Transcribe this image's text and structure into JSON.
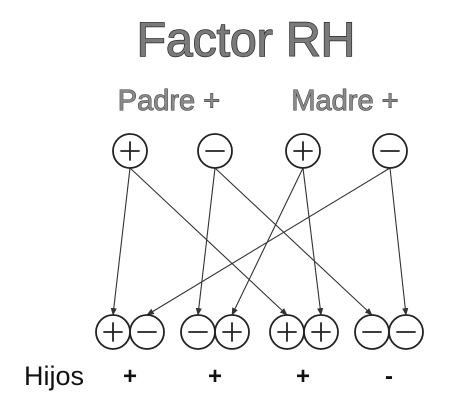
{
  "title": "Factor RH",
  "parents": {
    "father_label": "Padre +",
    "mother_label": "Madre +",
    "alleles": [
      "+",
      "-",
      "+",
      "-"
    ]
  },
  "children": {
    "label": "Hijos",
    "pairs": [
      [
        "+",
        "-"
      ],
      [
        "-",
        "+"
      ],
      [
        "+",
        "+"
      ],
      [
        "-",
        "-"
      ]
    ],
    "results": [
      "+",
      "+",
      "+",
      "-"
    ]
  },
  "crosses": [
    {
      "from": 0,
      "to": 0,
      "side": "left"
    },
    {
      "from": 0,
      "to": 2,
      "side": "left"
    },
    {
      "from": 1,
      "to": 1,
      "side": "left"
    },
    {
      "from": 1,
      "to": 3,
      "side": "left"
    },
    {
      "from": 2,
      "to": 1,
      "side": "right"
    },
    {
      "from": 2,
      "to": 2,
      "side": "right"
    },
    {
      "from": 3,
      "to": 0,
      "side": "right"
    },
    {
      "from": 3,
      "to": 3,
      "side": "right"
    }
  ]
}
